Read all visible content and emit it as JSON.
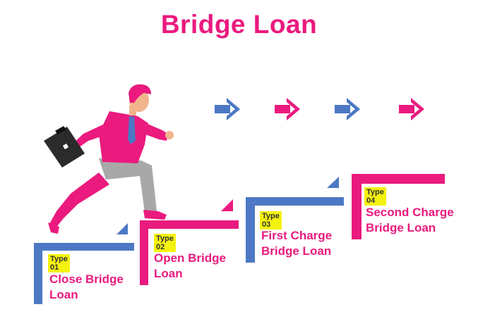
{
  "title": "Bridge Loan",
  "colors": {
    "pink": "#ea1a7e",
    "blue": "#4c78c4",
    "badge_bg": "#f4f20f",
    "badge_text": "#333333",
    "figure_pants": "#a8a8a8",
    "figure_skin": "#f2b48c",
    "briefcase": "#2b2b2b"
  },
  "arrows": [
    {
      "icon": "arrow-right-icon",
      "color": "blue"
    },
    {
      "icon": "arrow-right-icon",
      "color": "pink"
    },
    {
      "icon": "arrow-right-icon",
      "color": "blue"
    },
    {
      "icon": "arrow-right-icon",
      "color": "pink"
    }
  ],
  "steps": [
    {
      "type": "Type 01",
      "line1": "Close Bridge",
      "line2": "Loan",
      "color": "blue"
    },
    {
      "type": "Type 02",
      "line1": "Open Bridge",
      "line2": "Loan",
      "color": "pink"
    },
    {
      "type": "Type 03",
      "line1": "First Charge",
      "line2": "Bridge Loan",
      "color": "blue"
    },
    {
      "type": "Type 04",
      "line1": "Second Charge",
      "line2": "Bridge Loan",
      "color": "pink"
    }
  ],
  "figure": {
    "name": "running-businessman",
    "icon": "briefcase-icon"
  }
}
